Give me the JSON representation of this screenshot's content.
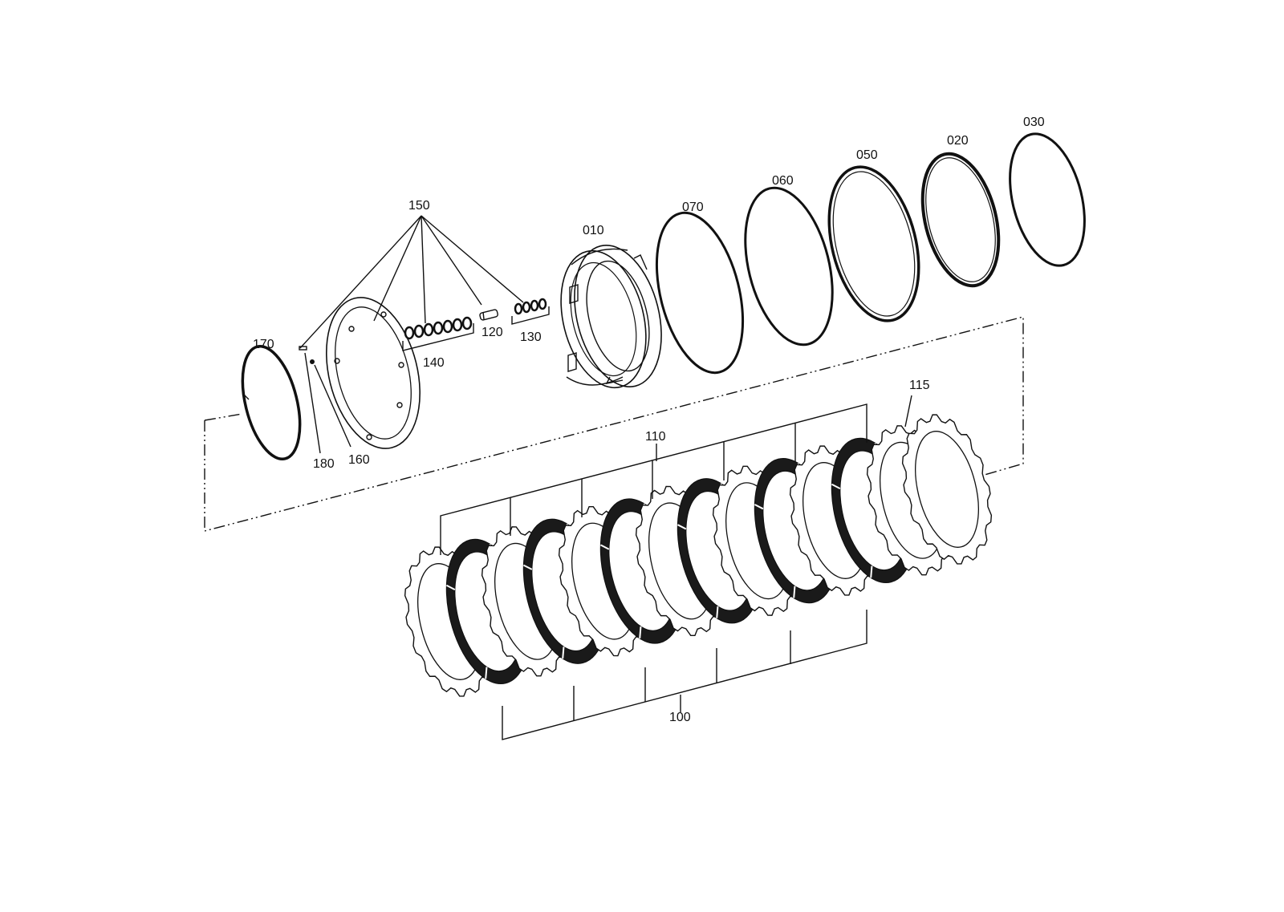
{
  "diagram": {
    "labels": {
      "p010": "010",
      "p020": "020",
      "p030": "030",
      "p050": "050",
      "p060": "060",
      "p070": "070",
      "p100": "100",
      "p110": "110",
      "p115": "115",
      "p120": "120",
      "p130": "130",
      "p140": "140",
      "p150": "150",
      "p160": "160",
      "p170": "170",
      "p180": "180"
    }
  }
}
